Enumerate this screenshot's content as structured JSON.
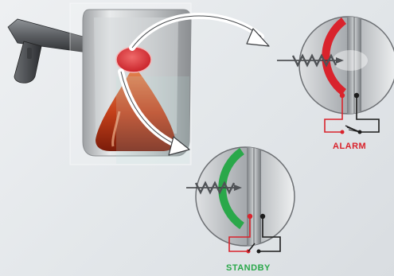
{
  "states": {
    "alarm": {
      "label": "ALARM",
      "color": "#d9232c"
    },
    "standby": {
      "label": "STANDBY",
      "color": "#2aa84a"
    }
  },
  "palette": {
    "drill_body": "#5b5e62",
    "housing_frame": "#b6b8ba",
    "target_spot": "#d9232c",
    "arrow_fill": "#ffffff",
    "wire_alarm": "#d9232c",
    "wire_common": "#222222"
  },
  "icons": {
    "tool": "drill-icon",
    "device": "siren-housing",
    "contact": "switch-contact-icon"
  }
}
